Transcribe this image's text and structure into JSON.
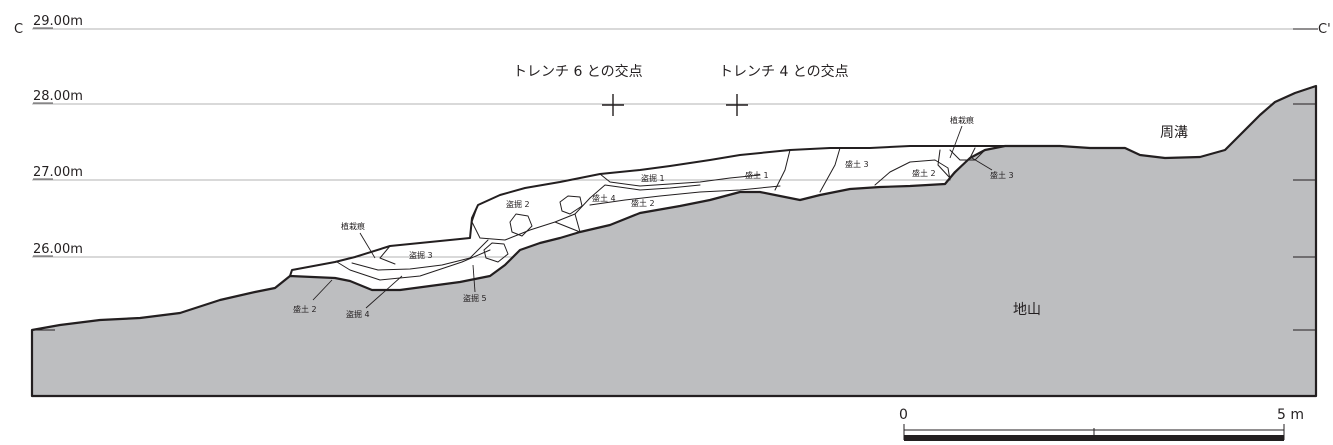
{
  "section": {
    "start_label": "C",
    "end_label": "C'",
    "elevations": [
      "29.00m",
      "28.00m",
      "27.00m",
      "26.00m"
    ],
    "intersections": [
      "トレンチ 6 との交点",
      "トレンチ 4 との交点"
    ],
    "layers": {
      "shuko": "周溝",
      "jiyama": "地山",
      "uekomi_right": "植栽痕",
      "uekomi_left": "植栽痕",
      "toukutsu1": "盗掘 1",
      "toukutsu2": "盗掘 2",
      "toukutsu3": "盗掘 3",
      "toukutsu4": "盗掘 4",
      "toukutsu5": "盗掘 5",
      "morido1": "盛土 1",
      "morido2_mid": "盛土 2",
      "morido2_left": "盛土 2",
      "morido2_right": "盛土 2",
      "morido3_mid": "盛土 3",
      "morido3_right": "盛土 3",
      "morido4": "盛土 4"
    },
    "scale": {
      "zero": "0",
      "max": "5 m"
    }
  },
  "colors": {
    "ground_fill": "#bdbec0",
    "line": "#231f20",
    "grid": "#9a9a9a"
  }
}
